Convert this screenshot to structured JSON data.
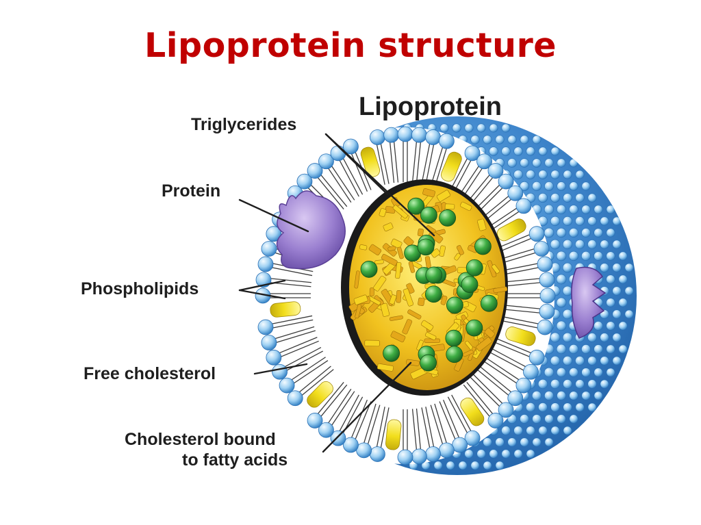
{
  "slide": {
    "title": "Lipoprotein structure"
  },
  "diagram": {
    "heading": "Lipoprotein",
    "labels": {
      "triglycerides": "Triglycerides",
      "protein": "Protein",
      "phospholipids": "Phospholipids",
      "free_cholesterol": "Free cholesterol",
      "cholesterol_bound_line1": "Cholesterol bound",
      "cholesterol_bound_line2": "to fatty acids"
    }
  },
  "colors": {
    "title": "#c00000",
    "shell_blue": "#3f86cc",
    "phospholipid_head": "#a7d4f2",
    "cholesterol_yellow": "#f2e02a",
    "protein_purple": "#8e6fc0",
    "core_yellow": "#e9b820",
    "ester_green": "#2e9a3b"
  }
}
